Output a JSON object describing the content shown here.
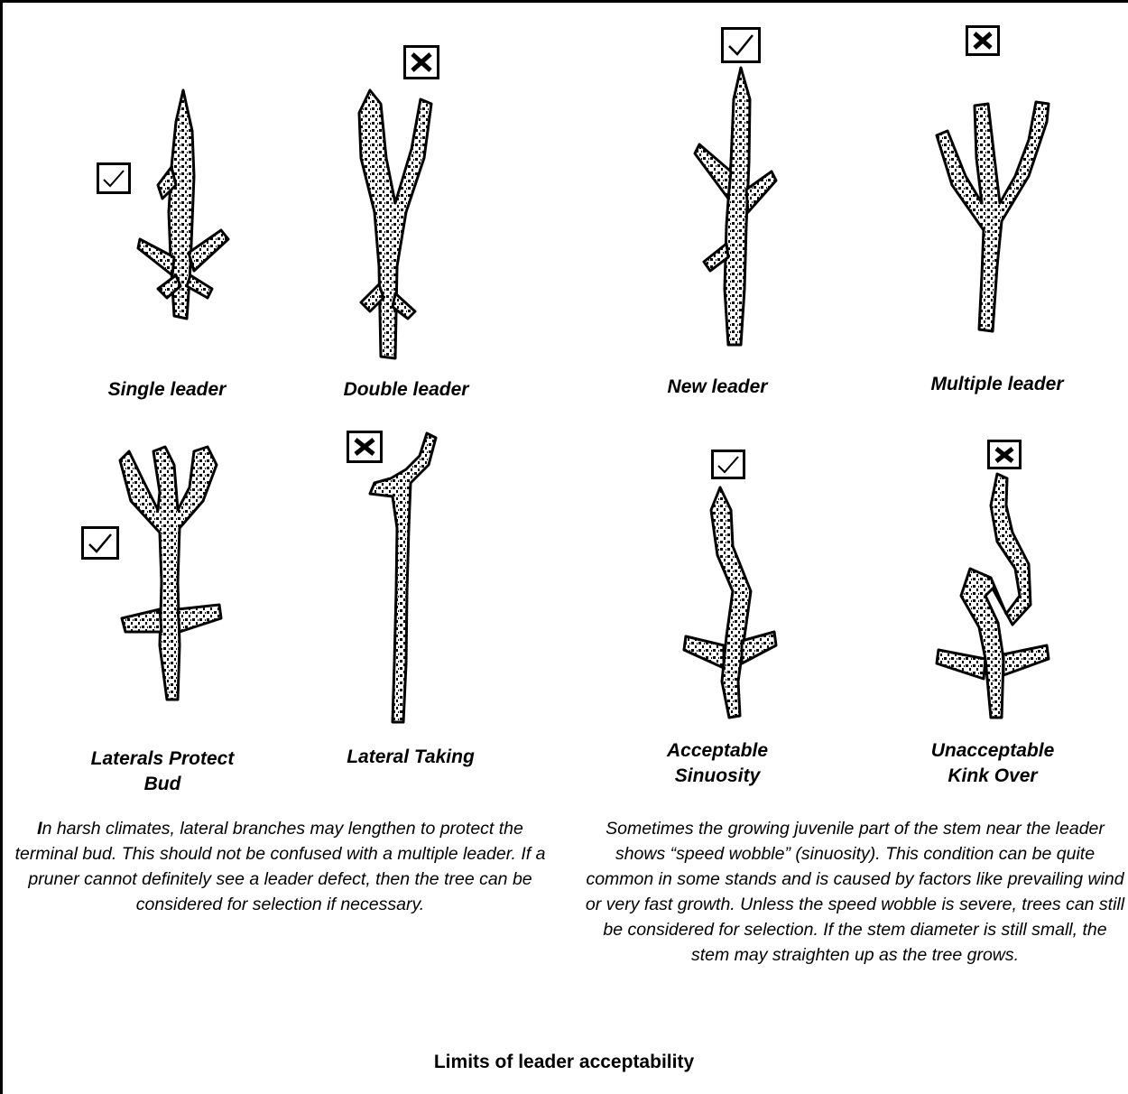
{
  "figure": {
    "caption": "Limits of leader acceptability",
    "examples": [
      {
        "label": "Single leader",
        "verdict": "acceptable",
        "icon": "check-box-icon"
      },
      {
        "label": "Double leader",
        "verdict": "unacceptable",
        "icon": "cross-box-icon"
      },
      {
        "label": "New leader",
        "verdict": "acceptable",
        "icon": "check-box-icon"
      },
      {
        "label": "Multiple leader",
        "verdict": "unacceptable",
        "icon": "cross-box-icon"
      },
      {
        "label_line1": "Laterals Protect",
        "label_line2": "Bud",
        "verdict": "acceptable",
        "icon": "check-box-icon"
      },
      {
        "label": "Lateral Taking",
        "verdict": "unacceptable",
        "icon": "cross-box-icon"
      },
      {
        "label_line1": "Acceptable",
        "label_line2": "Sinuosity",
        "verdict": "acceptable",
        "icon": "check-box-icon"
      },
      {
        "label_line1": "Unacceptable",
        "label_line2": "Kink Over",
        "verdict": "unacceptable",
        "icon": "cross-box-icon"
      }
    ],
    "notes": {
      "left_initial": "I",
      "left_rest": "n harsh climates, lateral branches may lengthen to protect the terminal bud. This should not be confused with a multiple leader. If a pruner cannot definitely see a leader defect, then the tree can be considered for selection if necessary.",
      "right": "Sometimes the growing juvenile part of the stem near the leader shows “speed wobble” (sinuosity). This condition can be quite common in some stands and is caused by factors like prevailing wind or very fast growth. Unless the speed wobble is severe, trees can still be considered for selection. If the stem diameter is still small, the stem may straighten up as the tree grows."
    }
  }
}
